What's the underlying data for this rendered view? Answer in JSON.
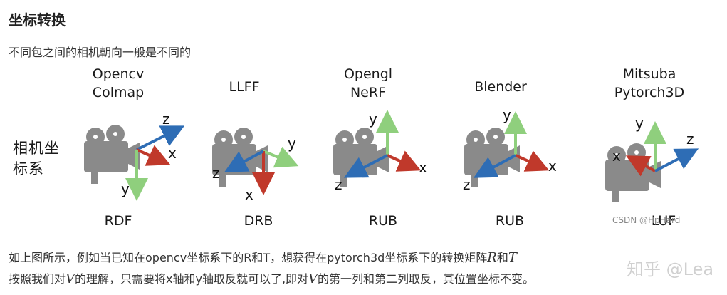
{
  "heading": "坐标转换",
  "intro": "不同包之间的相机朝向一般是不同的",
  "figure": {
    "side_label_line1": "相机坐",
    "side_label_line2": "标系",
    "panels": [
      {
        "title1": "Opencv",
        "title2": "Colmap",
        "code": "RDF"
      },
      {
        "title1": "LLFF",
        "title2": "",
        "code": "DRB"
      },
      {
        "title1": "Opengl",
        "title2": "NeRF",
        "code": "RUB"
      },
      {
        "title1": "Blender",
        "title2": "",
        "code": "RUB"
      },
      {
        "title1": "Mitsuba",
        "title2": "Pytorch3D",
        "code": "LUF"
      }
    ],
    "axis_x": "x",
    "axis_y": "y",
    "axis_z": "z",
    "colors": {
      "x": "#c0392b",
      "y": "#8fcf7d",
      "z": "#2e6db5",
      "camera": "#8a8a8a"
    },
    "watermark": "CSDN @HpHard"
  },
  "paragraph": {
    "line1_a": "如上图所示，例如当已知在opencv坐标系下的R和T，想获得在pytorch3d坐标系下的转换矩阵",
    "line1_R": "R",
    "line1_b": "和",
    "line1_T": "T",
    "line2_a": "按照我们对",
    "line2_V": "V",
    "line2_b": "的理解，只需要将x轴和y轴取反就可以了,即对",
    "line2_V2": "V",
    "line2_c": "的第一列和第二列取反，其位置坐标不变。"
  },
  "watermark_big": "知乎 @Lea"
}
